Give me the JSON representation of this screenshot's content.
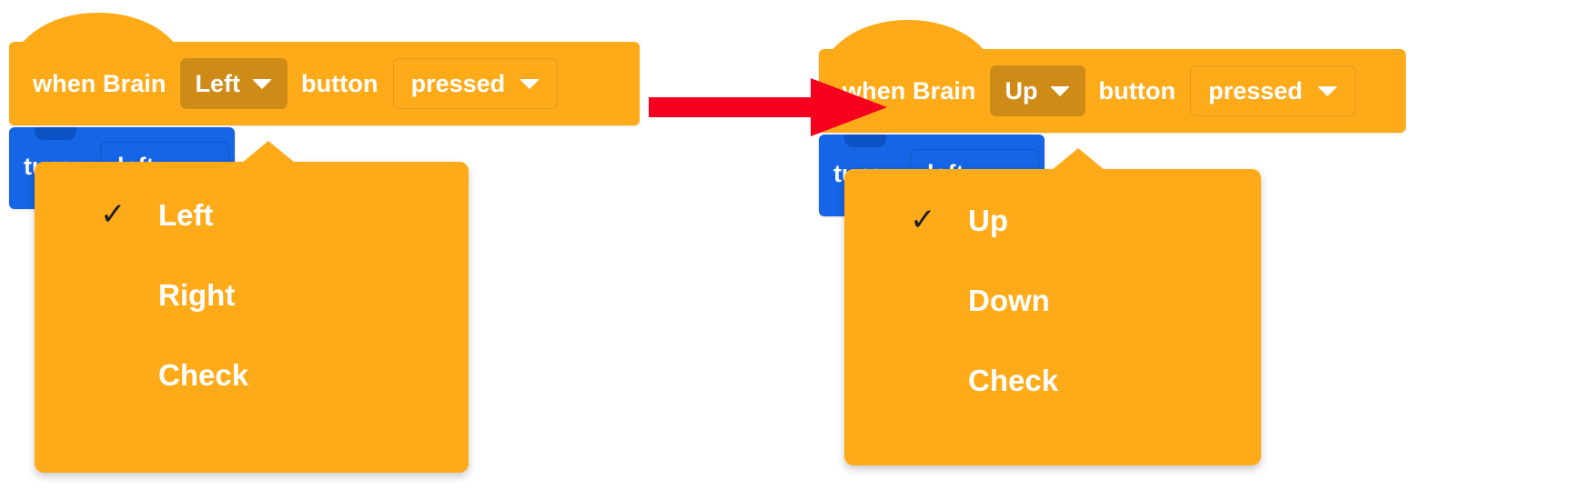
{
  "diagram": {
    "type": "before-after-comparison",
    "colors": {
      "event_block": "#FFAB19",
      "event_field_selected": "#CF8B17",
      "motion_block": "#1565E6",
      "menu_background": "#FFAB19",
      "menu_text": "#FFFFFF",
      "checkmark": "#1F1F1F",
      "arrow": "#F5001E",
      "page_background": "#FFFFFF"
    },
    "arrow": {
      "name": "transition-arrow",
      "direction": "right",
      "color": "#F5001E"
    }
  },
  "before": {
    "event_block": {
      "prefix_label": "when Brain",
      "button_field": {
        "value": "Left",
        "caret": "chevron-down-icon"
      },
      "mid_label": "button",
      "state_field": {
        "value": "pressed",
        "caret": "chevron-down-icon"
      }
    },
    "motion_block": {
      "label": "turn",
      "field_value": "left"
    },
    "menu": {
      "selected": "Left",
      "checkmark": "✓",
      "items": [
        {
          "label": "Left",
          "checked": true
        },
        {
          "label": "Right",
          "checked": false
        },
        {
          "label": "Check",
          "checked": false
        }
      ]
    }
  },
  "after": {
    "event_block": {
      "prefix_label": "when Brain",
      "button_field": {
        "value": "Up",
        "caret": "chevron-down-icon"
      },
      "mid_label": "button",
      "state_field": {
        "value": "pressed",
        "caret": "chevron-down-icon"
      }
    },
    "motion_block": {
      "label": "turn",
      "field_value": "left"
    },
    "menu": {
      "selected": "Up",
      "checkmark": "✓",
      "items": [
        {
          "label": "Up",
          "checked": true
        },
        {
          "label": "Down",
          "checked": false
        },
        {
          "label": "Check",
          "checked": false
        }
      ]
    }
  }
}
